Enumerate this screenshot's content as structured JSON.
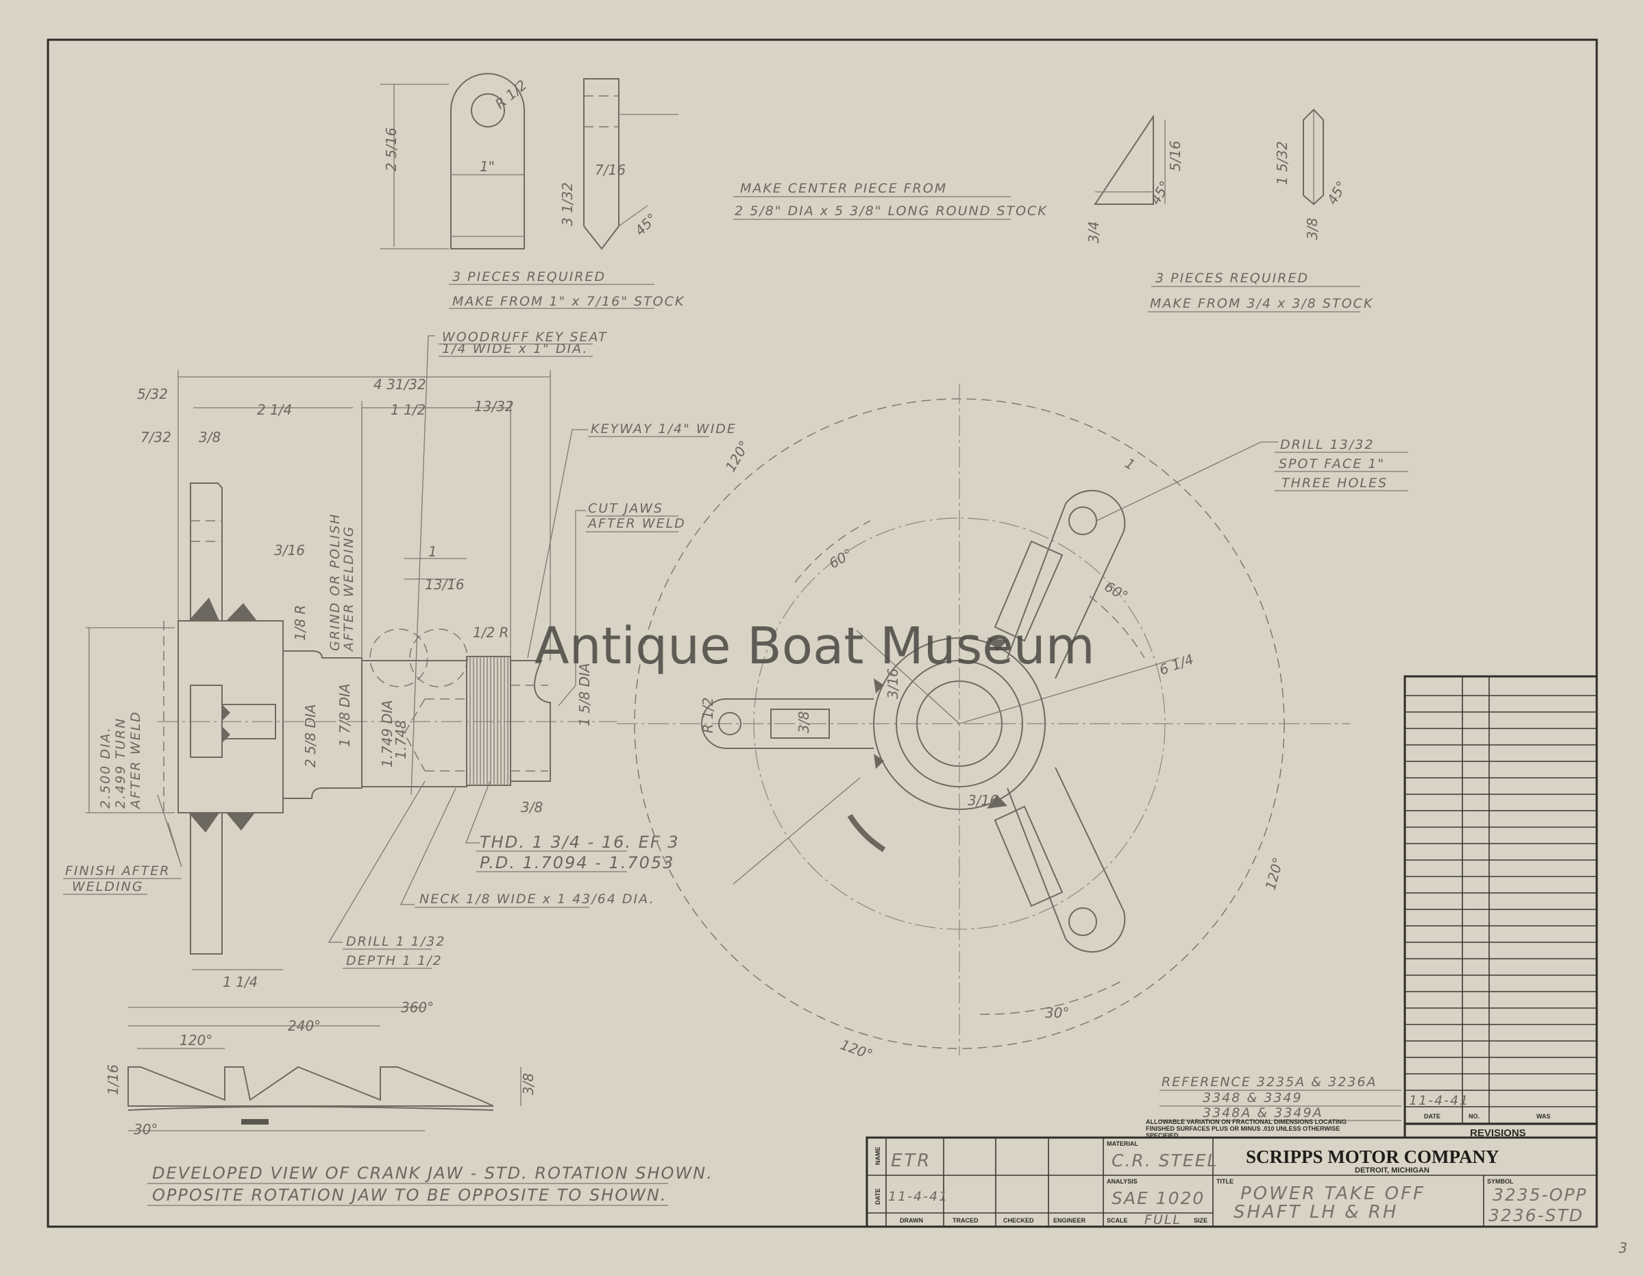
{
  "watermark": "Antique Boat Museum",
  "sheet_number": "3",
  "notes": {
    "top_left_pieces": "3 PIECES REQUIRED",
    "top_left_stock": "MAKE FROM 1\" x 7/16\" STOCK",
    "center_piece_1": "MAKE CENTER PIECE FROM",
    "center_piece_2": "2 5/8\" DIA x 5 3/8\" LONG ROUND STOCK",
    "top_right_pieces": "3 PIECES REQUIRED",
    "top_right_stock": "MAKE FROM 3/4 x 3/8 STOCK",
    "woodruff_1": "WOODRUFF KEY SEAT",
    "woodruff_2": "1/4 WIDE x 1\" DIA.",
    "keyway": "KEYWAY 1/4\" WIDE",
    "cut_jaws_1": "CUT JAWS",
    "cut_jaws_2": "AFTER WELD",
    "drill_1": "DRILL 13/32",
    "drill_2": "SPOT FACE 1\"",
    "drill_3": "THREE HOLES",
    "grind_1": "GRIND OR POLISH",
    "grind_2": "AFTER WELDING",
    "turn_1": "2.500 DIA.",
    "turn_2": "2.499 TURN",
    "turn_3": "AFTER WELD",
    "thread_1": "THD. 1 3/4 - 16. EF 3",
    "thread_2": "P.D. 1.7094 - 1.7053",
    "neck": "NECK 1/8 WIDE x 1 43/64 DIA.",
    "drill_depth_1": "DRILL 1 1/32",
    "drill_depth_2": "DEPTH 1 1/2",
    "finish_1": "FINISH AFTER",
    "finish_2": "WELDING",
    "developed_1": "DEVELOPED VIEW OF CRANK JAW - STD. ROTATION SHOWN.",
    "developed_2": "OPPOSITE ROTATION JAW TO BE OPPOSITE TO SHOWN.",
    "reference_1": "REFERENCE 3235A & 3236A",
    "reference_2": "3348 & 3349",
    "reference_3": "3348A & 3349A",
    "allowable_1": "ALLOWABLE VARIATION ON FRACTIONAL DIMENSIONS LOCATING",
    "allowable_2": "FINISHED SURFACES PLUS OR MINUS .010 UNLESS OTHERWISE",
    "allowable_3": "SPECIFIED."
  },
  "dimensions": {
    "d_2_5_16": "2 5/16",
    "d_1": "1\"",
    "d_r": "R 1/2",
    "d_7_16": "7/16",
    "d_3_32": "3 1/32",
    "d_45a": "45°",
    "d_5_16": "5/16",
    "d_3_4": "3/4",
    "d_45b": "45°",
    "d_45c": "45°",
    "d_1_5_32": "1 5/32",
    "d_3_8a": "3/8",
    "d_total": "4 31/32",
    "d_2_1_4": "2 1/4",
    "d_1_1_2": "1 1/2",
    "d_13_32": "13/32",
    "d_5_32": "5/32",
    "d_7_32": "7/32",
    "d_3_8b": "3/8",
    "d_3_16": "3/16",
    "d_1b": "1",
    "d_13_16": "13/16",
    "d_1_8r": "1/8 R",
    "d_half_r": "1/2 R",
    "d_2_5_8": "2 5/8 DIA",
    "d_1_7_8": "1 7/8 DIA",
    "d_1749": "1.749 DIA",
    "d_1748": "1.748",
    "d_1_5_8": "1 5/8 DIA",
    "d_3_8c": "3/8",
    "d_1_1_4": "1 1/4",
    "a_120a": "120°",
    "a_60a": "60°",
    "a_60b": "60°",
    "a_6_1_4": "6 1/4",
    "a_120b": "120°",
    "a_120c": "120°",
    "a_30": "30°",
    "a_1": "1",
    "a_3_16": "3/16",
    "a_3_16b": "3/16",
    "a_3_8": "3/8",
    "a_r": "R 1/2",
    "v_360": "360°",
    "v_240": "240°",
    "v_120": "120°",
    "v_30": "30°",
    "v_3_8": "3/8",
    "v_1_16": "1/16"
  },
  "revisions": {
    "date_entry": "11-4-41",
    "col_date": "DATE",
    "col_no": "NO.",
    "col_was": "WAS",
    "label": "REVISIONS"
  },
  "title_block": {
    "row_name": "NAME",
    "row_date": "DATE",
    "name_drawn": "ETR",
    "date_drawn": "11-4-41",
    "col_drawn": "DRAWN",
    "col_traced": "TRACED",
    "col_checked": "CHECKED",
    "col_engineer": "ENGINEER",
    "material_label": "MATERIAL",
    "material": "C.R. STEEL",
    "analysis_label": "ANALYSIS",
    "analysis": "SAE 1020",
    "scale_label": "SCALE",
    "scale": "FULL",
    "size_label": "SIZE",
    "company": "SCRIPPS MOTOR COMPANY",
    "location": "DETROIT, MICHIGAN",
    "title_label": "TITLE",
    "title_1": "POWER TAKE OFF",
    "title_2": "SHAFT LH & RH",
    "symbol_label": "SYMBOL",
    "symbol_1": "3235-OPP",
    "symbol_2": "3236-STD"
  }
}
